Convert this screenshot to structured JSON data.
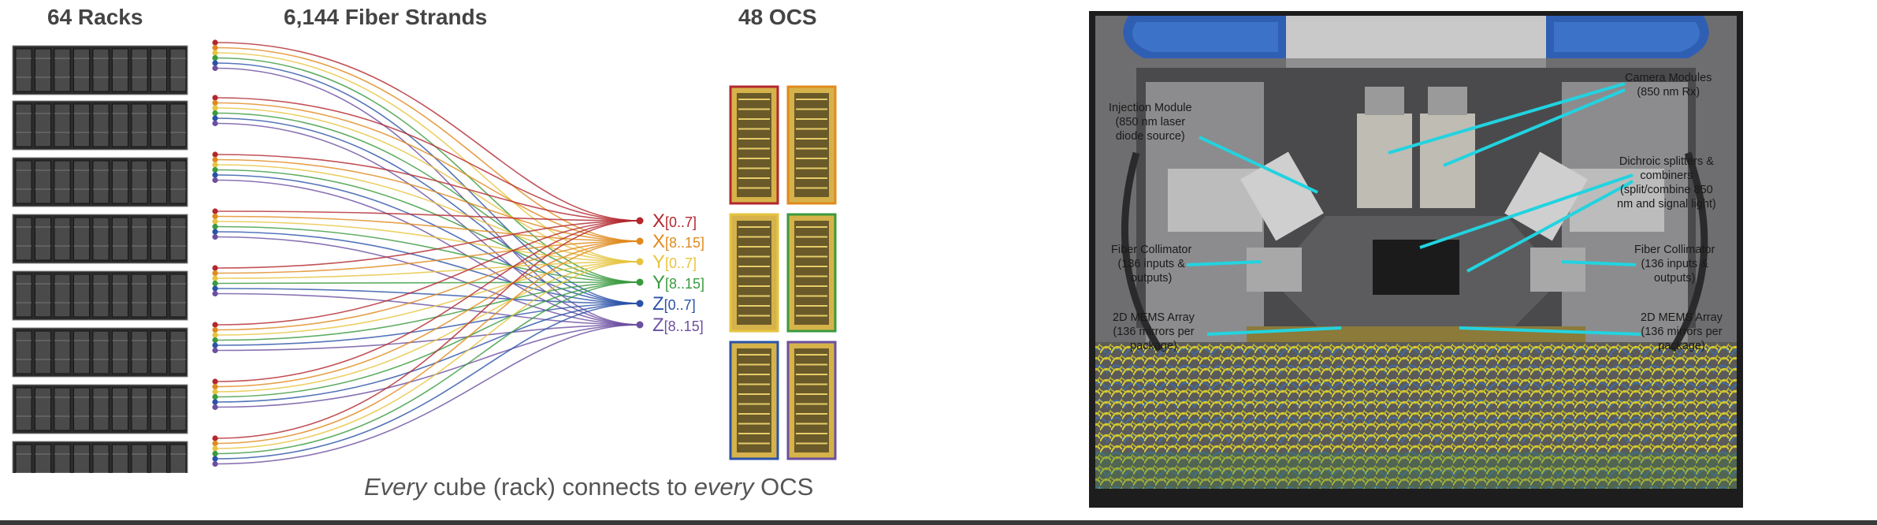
{
  "left": {
    "racks_title": "64 Racks",
    "strands_title": "6,144 Fiber Strands",
    "ocs_title": "48 OCS",
    "dims": [
      {
        "axis": "X",
        "range": "[0..7]",
        "color": "#b3272d"
      },
      {
        "axis": "X",
        "range": "[8..15]",
        "color": "#e08a1e"
      },
      {
        "axis": "Y",
        "range": "[0..7]",
        "color": "#e6c440"
      },
      {
        "axis": "Y",
        "range": "[8..15]",
        "color": "#3a9a3e"
      },
      {
        "axis": "Z",
        "range": "[0..7]",
        "color": "#2a52a8"
      },
      {
        "axis": "Z",
        "range": "[8..15]",
        "color": "#6b4fa0"
      }
    ],
    "ocs_frame_colors": [
      "#b3272d",
      "#e08a1e",
      "#e6c440",
      "#3a9a3e",
      "#2a52a8",
      "#6b4fa0"
    ],
    "caption": {
      "w1": "Every",
      "mid": " cube (rack) connects to ",
      "w2": "every",
      "end": " OCS"
    }
  },
  "right": {
    "labels": {
      "injection": "Injection Module\n(850 nm laser\ndiode source)",
      "camera": "Camera Modules\n(850 nm Rx)",
      "dichroic": "Dichroic splitters &\ncombiners\n(split/combine 850\nnm and signal light)",
      "collimator_left": "Fiber Collimator\n(136 inputs &\noutputs)",
      "collimator_right": "Fiber Collimator\n(136 inputs &\noutputs)",
      "mems_left": "2D MEMS Array\n(136 mirrors per\npackage)",
      "mems_right": "2D MEMS Array\n(136 mirrors per\npackage)"
    },
    "pointer_color": "#22d3e0"
  }
}
